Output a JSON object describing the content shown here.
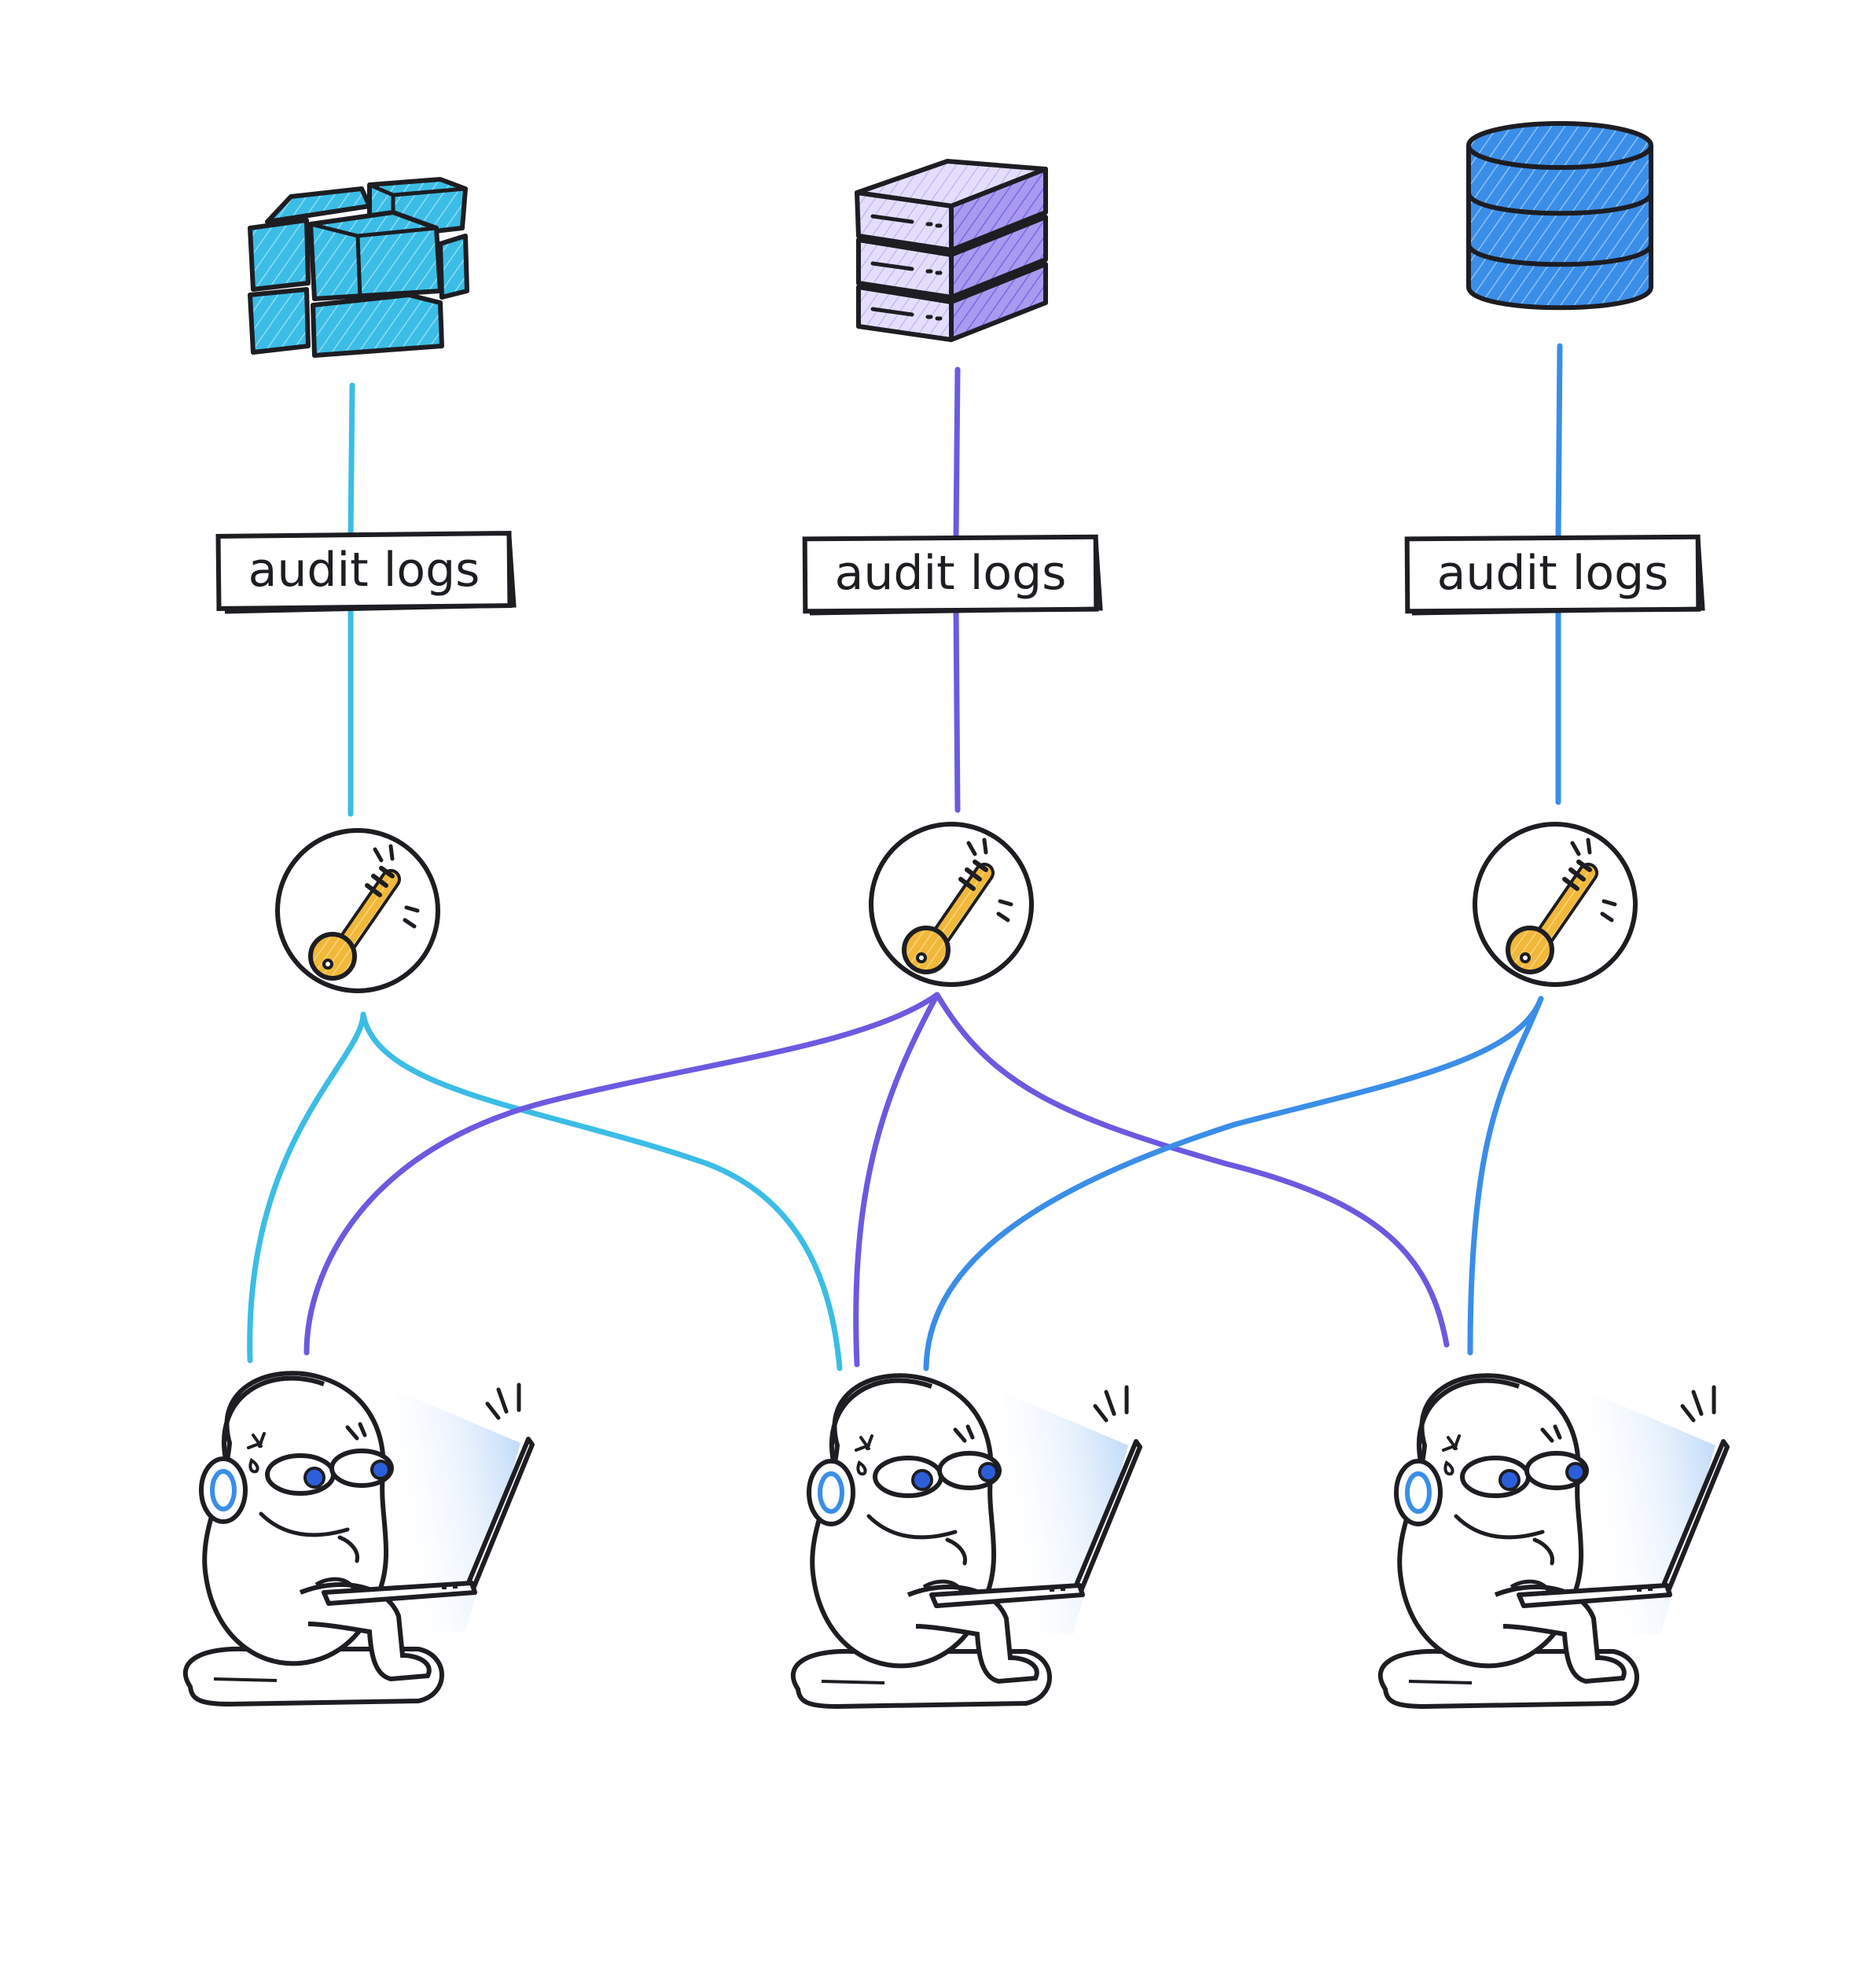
{
  "colors": {
    "cyan": "#3bbde6",
    "purple": "#6b5ae0",
    "blue": "#3a8ee8",
    "server_fill": "#a99af0",
    "key_gold": "#f1b83a",
    "ink": "#1d1d22",
    "screen_glow": "#d4e6fb"
  },
  "resources": [
    {
      "name": "cloud-cluster-icon",
      "color": "cyan",
      "label": "audit logs"
    },
    {
      "name": "server-rack-icon",
      "color": "purple",
      "label": "audit logs"
    },
    {
      "name": "database-icon",
      "color": "blue",
      "label": "audit logs"
    }
  ],
  "access_keys": [
    {
      "name": "key-icon"
    },
    {
      "name": "key-icon"
    },
    {
      "name": "key-icon"
    }
  ],
  "users": [
    {
      "name": "user-with-laptop"
    },
    {
      "name": "user-with-laptop"
    },
    {
      "name": "user-with-laptop"
    }
  ],
  "connections": [
    {
      "from_key": 0,
      "to_user": 0,
      "color": "cyan"
    },
    {
      "from_key": 0,
      "to_user": 1,
      "color": "cyan"
    },
    {
      "from_key": 1,
      "to_user": 0,
      "color": "purple"
    },
    {
      "from_key": 1,
      "to_user": 1,
      "color": "purple"
    },
    {
      "from_key": 1,
      "to_user": 2,
      "color": "purple"
    },
    {
      "from_key": 2,
      "to_user": 1,
      "color": "blue"
    },
    {
      "from_key": 2,
      "to_user": 2,
      "color": "blue"
    }
  ]
}
